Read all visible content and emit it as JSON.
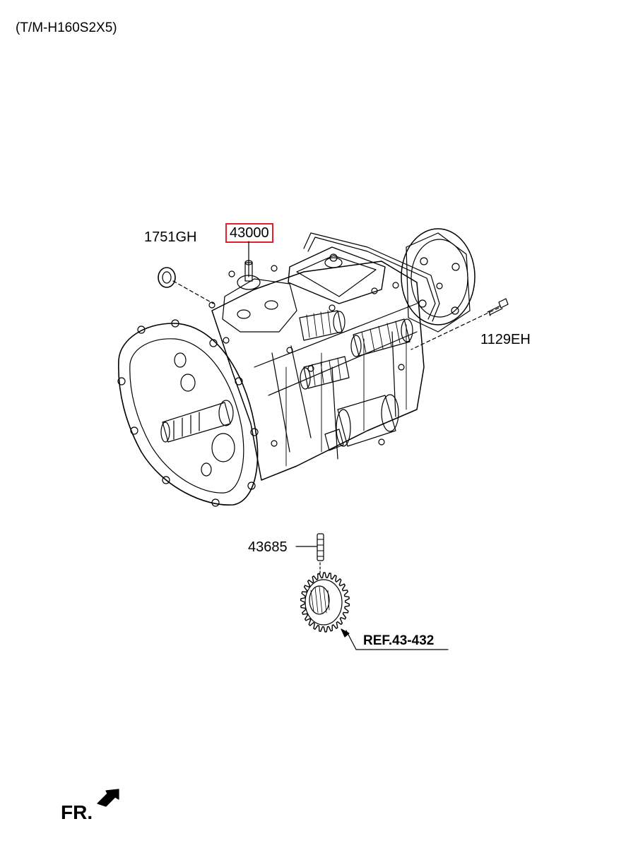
{
  "header": {
    "model_code": "(T/M-H160S2X5)"
  },
  "callouts": {
    "gasket": "1751GH",
    "transmission_assy": "43000",
    "bolt": "1129EH",
    "spring_pin": "43685",
    "gear_ref": "REF.43-432"
  },
  "direction": {
    "front_label": "FR."
  },
  "colors": {
    "highlight_box": "#e0202a",
    "line_art": "#000000"
  }
}
